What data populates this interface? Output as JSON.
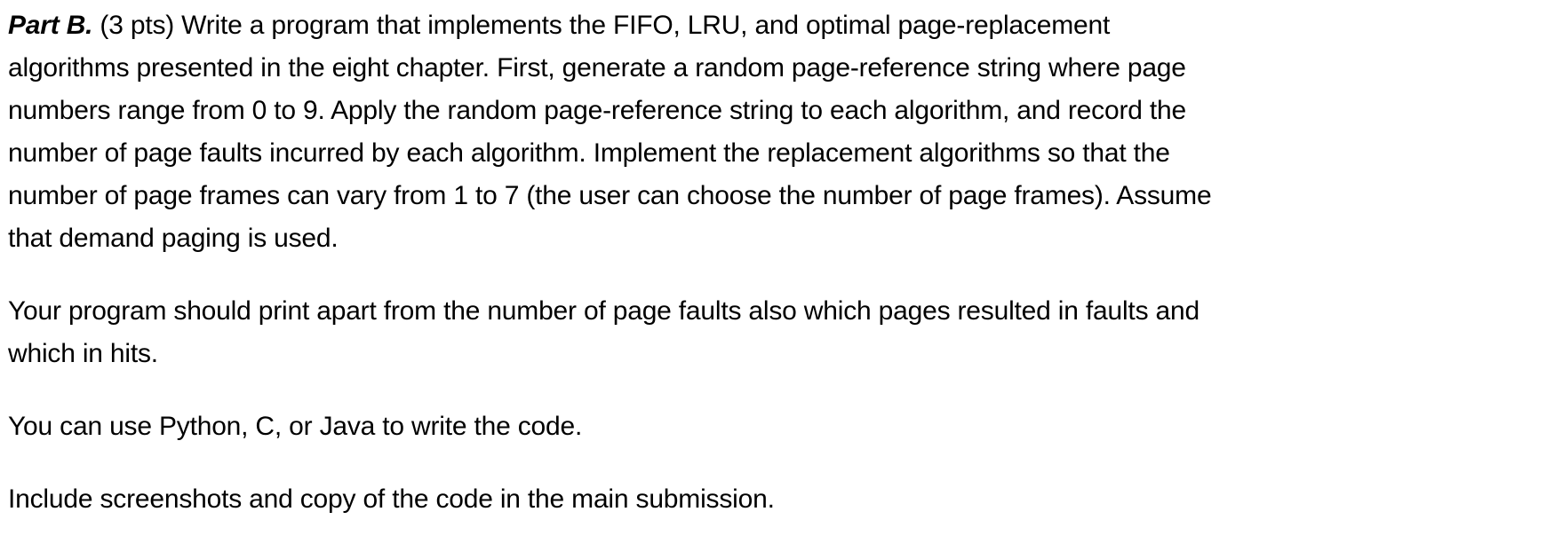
{
  "document": {
    "background_color": "#ffffff",
    "text_color": "#000000",
    "paragraphs": [
      {
        "lines": [
          {
            "bold_italic_prefix": "Part B.",
            "text": " (3 pts) Write a program that implements the FIFO, LRU, and optimal page-replacement"
          },
          {
            "text": "algorithms presented in the eight chapter. First, generate a random page-reference string where page"
          },
          {
            "text": "numbers range from 0 to 9. Apply the random page-reference string to each algorithm, and record the"
          },
          {
            "text": "number of page faults incurred by each algorithm. Implement the replacement algorithms so that the"
          },
          {
            "text": "number of page frames can vary from 1 to 7 (the user can choose the number of page frames). Assume"
          },
          {
            "text": "that demand paging is used."
          }
        ]
      },
      {
        "lines": [
          {
            "text": "Your program should print apart from the number of page faults also which pages resulted in faults and"
          },
          {
            "text": "which in hits."
          }
        ]
      },
      {
        "lines": [
          {
            "text": "You can use Python, C, or Java to write the code."
          }
        ]
      },
      {
        "lines": [
          {
            "text": "Include screenshots and copy of the code in the main submission."
          }
        ]
      }
    ]
  }
}
